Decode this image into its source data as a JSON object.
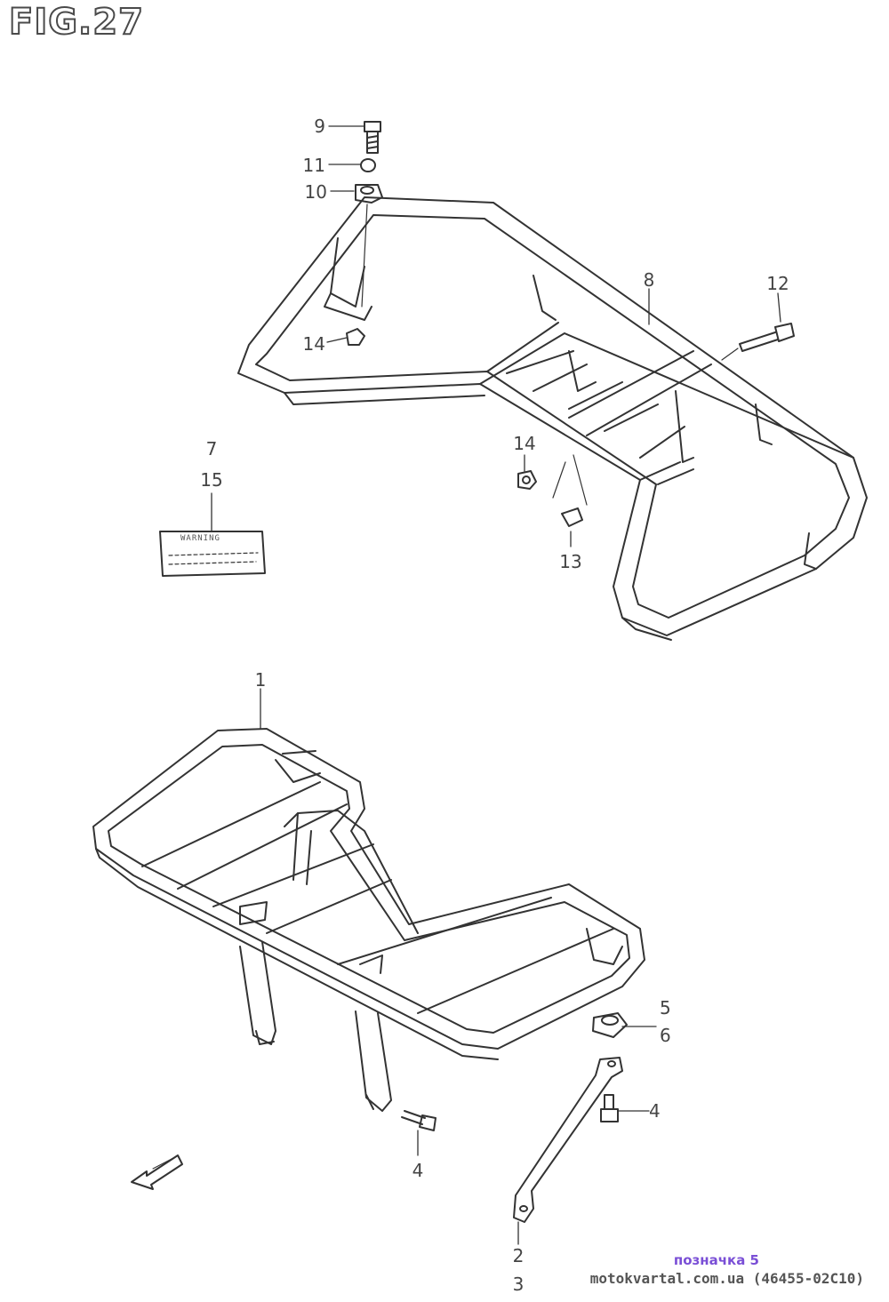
{
  "figure": {
    "title": "FIG.27"
  },
  "callouts": {
    "p1": "1",
    "p2": "2",
    "p3": "3",
    "p4_left": "4",
    "p4_right": "4",
    "p5": "5",
    "p6": "6",
    "p7": "7",
    "p8": "8",
    "p9": "9",
    "p10": "10",
    "p11": "11",
    "p12": "12",
    "p13": "13",
    "p14_upper": "14",
    "p14_lower": "14",
    "p15": "15"
  },
  "warning_label": {
    "text": "WARNING"
  },
  "footer": {
    "mark": "позначка 5",
    "source": "motokvartal.com.ua (46455-02C10)"
  },
  "colors": {
    "line": "#333333",
    "footer_mark": "#7a4fd6"
  },
  "icons": {
    "front_arrow": "front-direction-arrow-icon"
  }
}
